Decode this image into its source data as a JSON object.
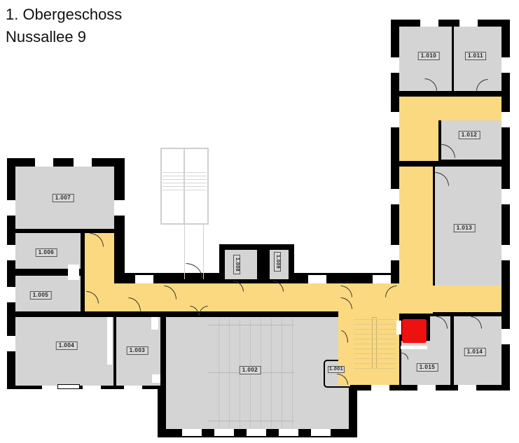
{
  "header": {
    "floor": "1. Obergeschoss",
    "address": "Nussallee 9"
  },
  "colors": {
    "room": "#d4d4d4",
    "corridor": "#fbd980",
    "wall": "#000000",
    "marker": "#ee1111"
  },
  "rooms": [
    {
      "id": "1.001",
      "label": "1.001"
    },
    {
      "id": "1.002",
      "label": "1.002"
    },
    {
      "id": "1.003",
      "label": "1.003"
    },
    {
      "id": "1.004",
      "label": "1.004"
    },
    {
      "id": "1.005",
      "label": "1.005"
    },
    {
      "id": "1.006",
      "label": "1.006"
    },
    {
      "id": "1.007",
      "label": "1.007"
    },
    {
      "id": "1.008",
      "label": "1.008"
    },
    {
      "id": "1.009",
      "label": "1.009"
    },
    {
      "id": "1.010",
      "label": "1.010"
    },
    {
      "id": "1.011",
      "label": "1.011"
    },
    {
      "id": "1.012",
      "label": "1.012"
    },
    {
      "id": "1.013",
      "label": "1.013"
    },
    {
      "id": "1.014",
      "label": "1.014"
    },
    {
      "id": "1.015",
      "label": "1.015"
    }
  ]
}
